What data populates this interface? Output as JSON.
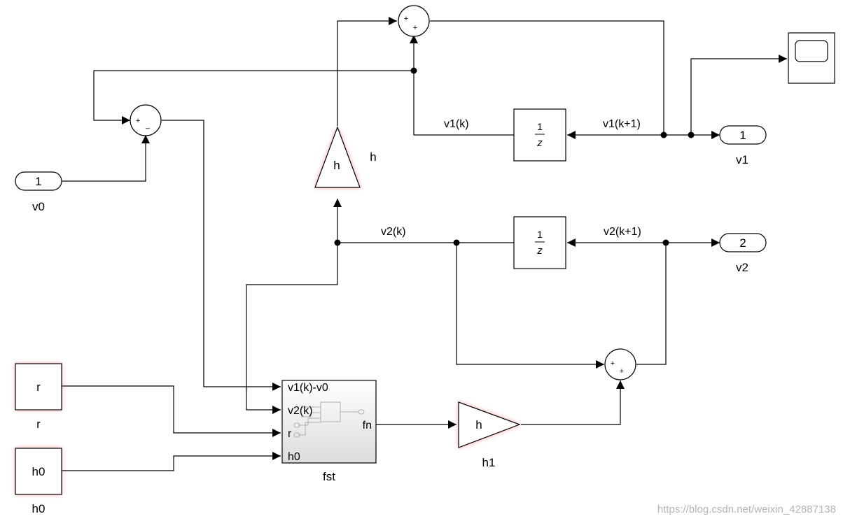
{
  "blocks": {
    "in_v0": {
      "port": "1",
      "name": "v0"
    },
    "sum_err": {
      "signs_left": "+",
      "signs_bottom": "_"
    },
    "gain_h": {
      "text": "h",
      "name": "h"
    },
    "sum_top": {
      "signs_left": "+",
      "signs_bottom": "+"
    },
    "delay_v1": {
      "num": "1",
      "den": "z"
    },
    "delay_v2": {
      "num": "1",
      "den": "z"
    },
    "out_v1": {
      "port": "1",
      "name": "v1"
    },
    "out_v2": {
      "port": "2",
      "name": "v2"
    },
    "sum_bottom": {
      "signs_left": "+",
      "signs_bottom": "+"
    },
    "const_r": {
      "text": "r",
      "name": "r"
    },
    "const_h0": {
      "text": "h0",
      "name": "h0"
    },
    "fst": {
      "name": "fst",
      "ports_in": [
        "v1(k)-v0",
        "v2(k)",
        "r",
        "h0"
      ],
      "port_out": "fn"
    },
    "gain_h1": {
      "text": "h",
      "name": "h1"
    }
  },
  "signals": {
    "v1k": "v1(k)",
    "v1k1": "v1(k+1)",
    "v2k": "v2(k)",
    "v2k1": "v2(k+1)"
  },
  "watermark": "https://blog.csdn.net/weixin_42887138"
}
